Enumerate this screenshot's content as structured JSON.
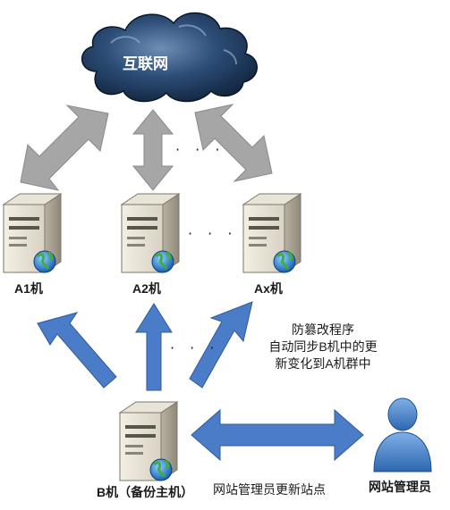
{
  "cloud": {
    "label": "互联网"
  },
  "servers": {
    "a1": {
      "label": "A1机"
    },
    "a2": {
      "label": "A2机"
    },
    "ax": {
      "label": "Ax机"
    },
    "b": {
      "label": "B机（备份主机）"
    }
  },
  "ellipsis": "· · ·",
  "note": {
    "line1": "防篡改程序",
    "line2": "自动同步B机中的更",
    "line3": "新变化到A机群中"
  },
  "admin": {
    "label": "网站管理员"
  },
  "update_label": "网站管理员更新站点",
  "colors": {
    "gray_arrow": "#a6a6a6",
    "blue_arrow": "#4a7cc7",
    "cloud": "#1f3f66"
  }
}
